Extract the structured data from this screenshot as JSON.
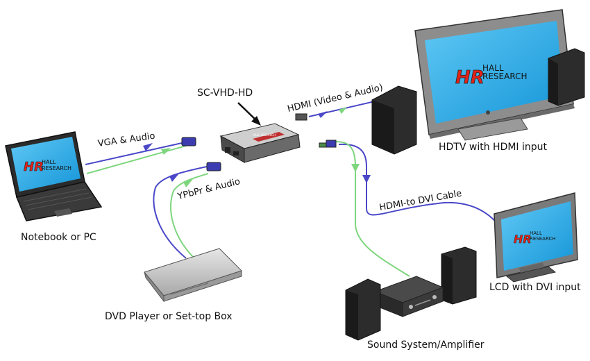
{
  "labels": {
    "device": "SC-VHD-HD",
    "notebook": "Notebook or PC",
    "dvd": "DVD Player or Set-top Box",
    "hdtv": "HDTV with HDMI input",
    "lcd": "LCD with DVI input",
    "sound": "Sound System/Amplifier"
  },
  "cables": {
    "vga": "VGA & Audio",
    "ypbpr": "YPbPr & Audio",
    "hdmi": "HDMI (Video & Audio)",
    "hdmi_dvi": "HDMI-to DVI Cable"
  },
  "brand": {
    "line1": "HALL",
    "line2": "RESEARCH",
    "device_badge": "HALL RESEARCH"
  },
  "colors": {
    "video_cable": "#4a48c8",
    "audio_cable": "#7ed67e",
    "screen": "#1ea6e6",
    "logo_red": "#e2231a"
  }
}
